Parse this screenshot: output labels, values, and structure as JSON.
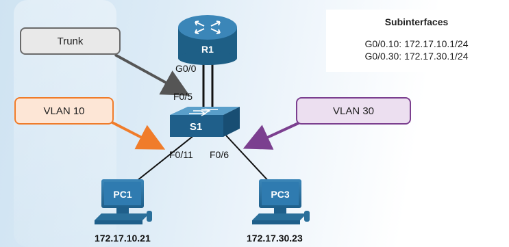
{
  "callouts": {
    "trunk": "Trunk",
    "vlan10": "VLAN 10",
    "vlan30": "VLAN 30"
  },
  "subinterfaces": {
    "title": "Subinterfaces",
    "lines": [
      "G0/0.10: 172.17.10.1/24",
      "G0/0.30: 172.17.30.1/24"
    ]
  },
  "router": {
    "name": "R1",
    "port": "G0/0"
  },
  "switch": {
    "name": "S1",
    "uplink_port": "F0/5",
    "port_pc1": "F0/11",
    "port_pc3": "F0/6"
  },
  "pcs": [
    {
      "name": "PC1",
      "ip": "172.17.10.21"
    },
    {
      "name": "PC3",
      "ip": "172.17.30.23"
    }
  ],
  "colors": {
    "device_blue": "#2a6f9a",
    "trunk_arrow": "#555555",
    "vlan10": "#f07c2a",
    "vlan30": "#7b3f8f"
  }
}
